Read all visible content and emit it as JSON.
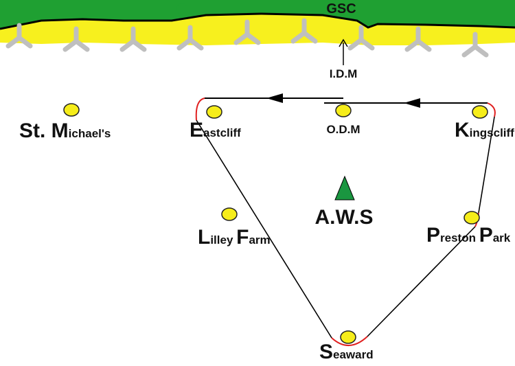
{
  "colors": {
    "grass": "#1fa032",
    "sand": "#f7f01e",
    "buoy_fill": "#f6ed1a",
    "buoy_stroke": "#222222",
    "course_line": "#000000",
    "rounding": "#e02020",
    "aws_triangle": "#1a9640",
    "groyne": "#bfbfbf",
    "outline": "#000000"
  },
  "shore": {
    "club_label": "GSC",
    "groyne_count": 9
  },
  "aws": {
    "label": "A.W.S",
    "icon": "triangle-marker-icon"
  },
  "idm": {
    "label": "I.D.M",
    "icon": "arrow-up-icon"
  },
  "marks": {
    "st_michaels": {
      "initial": "St. M",
      "rest": "ichael's"
    },
    "eastcliff": {
      "initial": "E",
      "rest": "astcliff"
    },
    "odm": {
      "label": "O.D.M"
    },
    "kingscliff": {
      "initial": "K",
      "rest": "ingscliff"
    },
    "lilley_farm": {
      "initial1": "L",
      "rest1": "illey ",
      "initial2": "F",
      "rest2": "arm"
    },
    "preston_park": {
      "initial1": "P",
      "rest1": "reston ",
      "initial2": "P",
      "rest2": "ark"
    },
    "seaward": {
      "initial": "S",
      "rest": "eaward"
    }
  }
}
